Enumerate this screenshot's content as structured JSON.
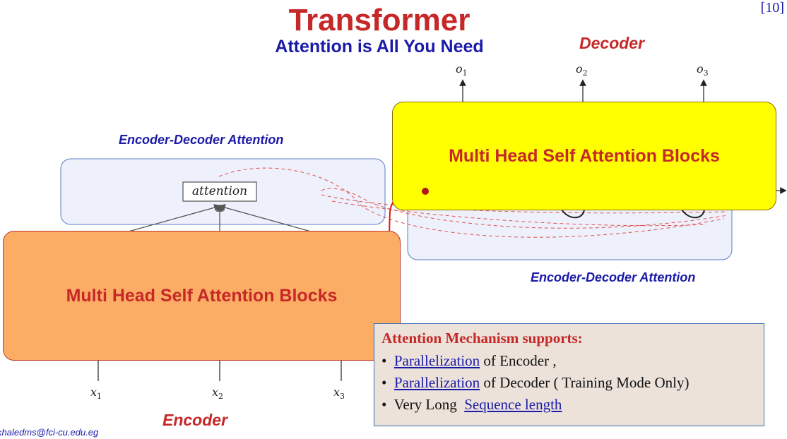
{
  "header": {
    "title": "Transformer",
    "subtitle": "Attention is All You Need",
    "reference": "[10]"
  },
  "decoder": {
    "label": "Decoder",
    "block_label": "Multi Head Self Attention Blocks",
    "outputs": [
      "o",
      "o",
      "o"
    ],
    "output_subscripts": [
      "1",
      "2",
      "3"
    ]
  },
  "encoder": {
    "label": "Encoder",
    "block_label": "Multi Head Self Attention Blocks",
    "inputs": [
      "x",
      "x",
      "x"
    ],
    "input_subscripts": [
      "1",
      "2",
      "3"
    ]
  },
  "attention_labels": {
    "top": "Encoder-Decoder Attention",
    "bottom": "Encoder-Decoder Attention",
    "node": "attention"
  },
  "info_box": {
    "title": "Attention Mechanism supports:",
    "bullets": [
      {
        "link": "Parallelization",
        "text": " of Encoder ,"
      },
      {
        "link": "Parallelization",
        "text": " of Decoder ( Training Mode Only)"
      },
      {
        "prefix": "Very Long  ",
        "link": "Sequence length"
      }
    ]
  },
  "footer": {
    "email": "khaledms@fci-cu.edu.eg"
  },
  "colors": {
    "accent_red": "#c62828",
    "accent_blue": "#1a1aa8",
    "encoder_fill": "#fbad66",
    "decoder_fill": "#ffff00",
    "attention_panel": "#eef0fb"
  }
}
